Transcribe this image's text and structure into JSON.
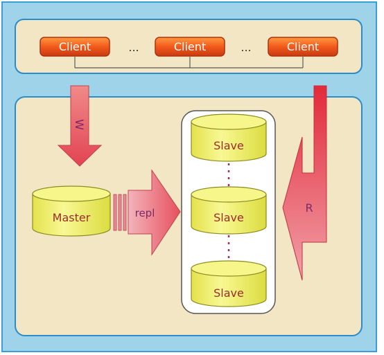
{
  "clients": [
    {
      "label": "Client"
    },
    {
      "label": "Client"
    },
    {
      "label": "Client"
    }
  ],
  "ellipsis": [
    "...",
    "..."
  ],
  "write_arrow": {
    "label": "W"
  },
  "read_arrow": {
    "label": "R"
  },
  "master": {
    "label": "Master"
  },
  "repl_arrow": {
    "label": "repl"
  },
  "slaves": [
    {
      "label": "Slave"
    },
    {
      "label": "Slave"
    },
    {
      "label": "Slave"
    }
  ],
  "colors": {
    "outer_frame": "#9ed3ea",
    "panel_fill": "#f2e6c4",
    "panel_border": "#2a8cc8",
    "client_fill": "#f46020",
    "client_text": "#ffffff",
    "arrow_fill": "#e85a6a",
    "cylinder_fill": "#f0f070",
    "cylinder_text": "#9b2c2c",
    "repl_text": "#7a2a6a"
  }
}
